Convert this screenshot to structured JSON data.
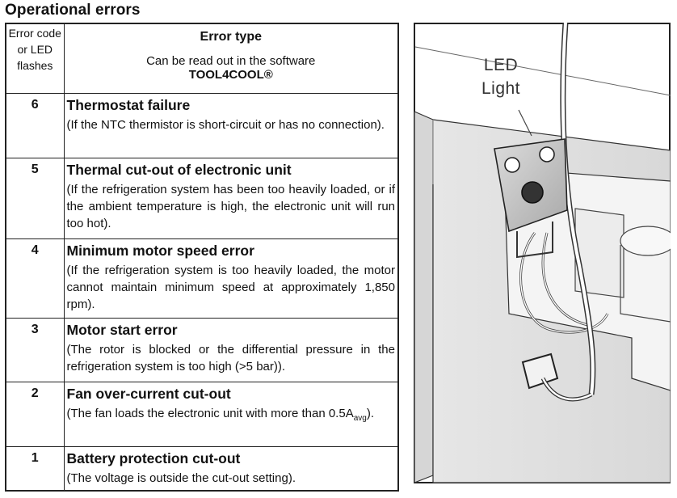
{
  "title": "Operational errors",
  "table": {
    "header_code": "Error code or LED flashes",
    "header_type_title": "Error type",
    "header_type_line2": "Can be read out in the software",
    "header_type_line3": "TOOL4COOL®",
    "rows": [
      {
        "code": "6",
        "title": "Thermostat failure",
        "desc": "(If the NTC thermistor is short-circuit or has no connection)."
      },
      {
        "code": "5",
        "title": "Thermal cut-out of electronic unit",
        "desc": "(If the refrigeration system has been too heavily loaded, or if the ambient temperature is high, the electronic unit will run too hot)."
      },
      {
        "code": "4",
        "title": "Minimum motor speed error",
        "desc": "(If the refrigeration system is too heavily loaded, the motor cannot maintain minimum speed at approximately 1,850 rpm)."
      },
      {
        "code": "3",
        "title": "Motor start error",
        "desc": "(The rotor is blocked or the differential pressure in the refrigeration system is too high (>5 bar))."
      },
      {
        "code": "2",
        "title": "Fan over-current cut-out",
        "desc_pre": "(The fan loads the electronic unit with more than 0.5A",
        "desc_sub": "avg",
        "desc_post": ")."
      },
      {
        "code": "1",
        "title": "Battery protection cut-out",
        "desc": "(The voltage is outside the cut-out setting)."
      }
    ]
  },
  "illustration": {
    "label_line1": "LED",
    "label_line2": "Light"
  }
}
